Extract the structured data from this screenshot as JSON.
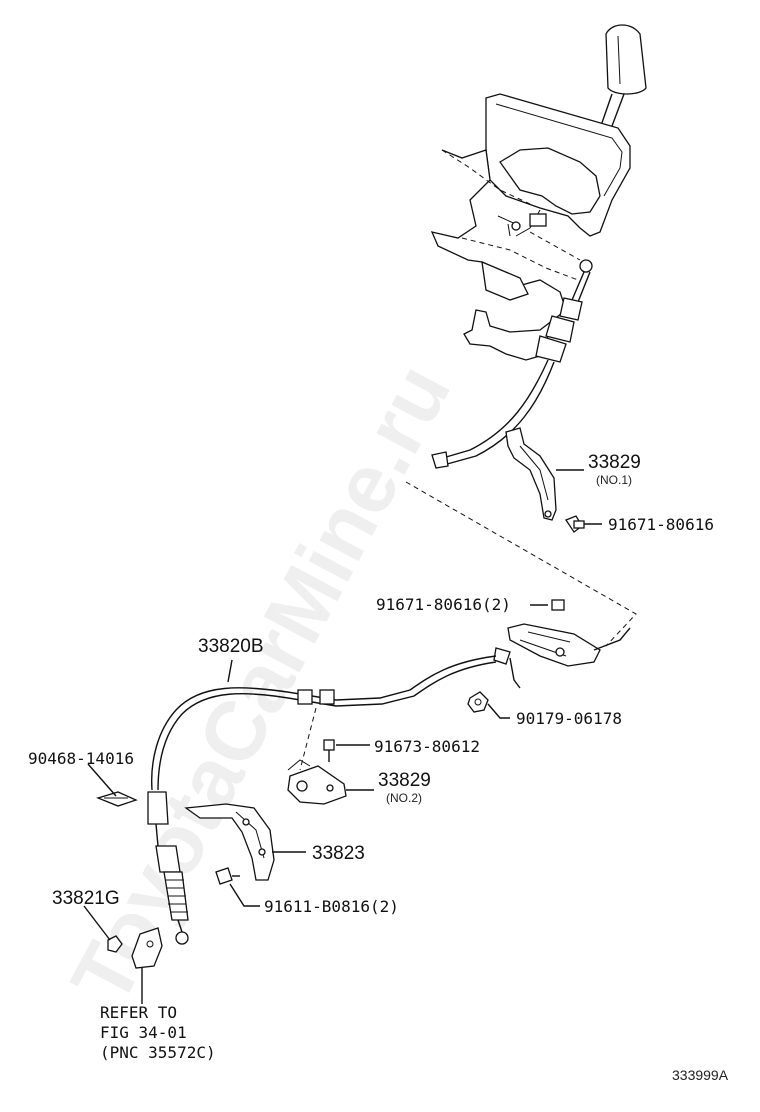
{
  "watermark": "ToyotaCarMine.ru",
  "figure_code": "333999A",
  "labels": {
    "l33829_no1": "33829",
    "l33829_no1_sub": "(NO.1)",
    "l91671_a": "91671-80616",
    "l91671_b": "91671-80616(2)",
    "l33820B": "33820B",
    "l90179": "90179-06178",
    "l90468": "90468-14016",
    "l91673": "91673-80612",
    "l33829_no2": "33829",
    "l33829_no2_sub": "(NO.2)",
    "l33823": "33823",
    "l33821G": "33821G",
    "l91611": "91611-B0816(2)"
  },
  "reference": {
    "line1": "REFER TO",
    "line2": "FIG 34-01",
    "line3": "(PNC 35572C)"
  }
}
